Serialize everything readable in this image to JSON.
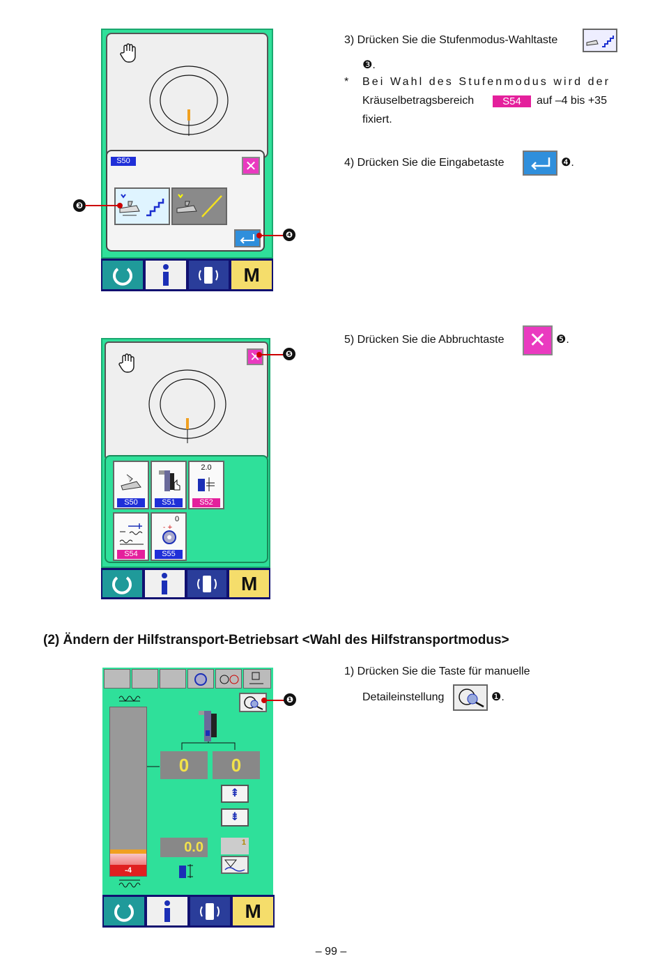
{
  "screen1": {
    "popup_tag": "S50",
    "callout_3": "❸",
    "callout_4": "❹",
    "m_key": "M"
  },
  "screen2": {
    "callout_5": "❺",
    "icons": [
      {
        "tag": "S50",
        "value": ""
      },
      {
        "tag": "S51",
        "value": ""
      },
      {
        "tag": "S52",
        "value": "2.0"
      },
      {
        "tag": "S54",
        "value": ""
      },
      {
        "tag": "S55",
        "value": "0"
      }
    ],
    "m_key": "M"
  },
  "screen3": {
    "callout_1": "❶",
    "display_left": "0",
    "display_right": "0",
    "display_small": "0.0",
    "bar_value": "-4",
    "small_box": "1",
    "m_key": "M"
  },
  "instructions": {
    "step3_a": "3)  Drücken Sie die Stufenmodus-Wahltaste",
    "step3_b": "❸.",
    "note_star": "*",
    "note_line1": "Bei Wahl des Stufenmodus wird der",
    "note_line2a": "Kräuselbetragsbereich",
    "note_tag": "S54",
    "note_line2b": "auf –4 bis +35",
    "note_line3": "fixiert.",
    "step4": "4)  Drücken Sie die Eingabetaste",
    "step4_end": "❹.",
    "step5": "5)  Drücken Sie die Abbruchtaste",
    "step5_end": "❺.",
    "heading": "(2) Ändern der Hilfstransport-Betriebsart <Wahl des Hilfstransportmodus>",
    "step1_a": "1)  Drücken Sie die Taste für manuelle",
    "step1_b": "Detaileinstellung",
    "step1_end": "❶."
  },
  "page_number": "– 99 –"
}
